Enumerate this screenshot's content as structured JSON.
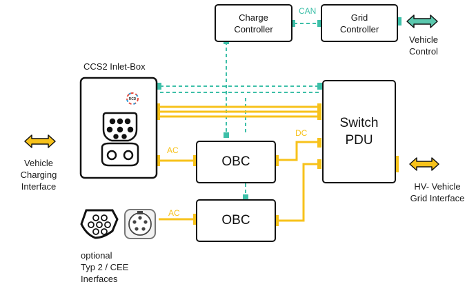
{
  "colors": {
    "power": "#F7C21B",
    "signal": "#3DBFA8",
    "arrow_power": "#F7C21B",
    "arrow_signal": "#5BC8AE",
    "line": "#111111"
  },
  "boxes": {
    "charge_controller": "Charge\nController",
    "grid_controller": "Grid\nController",
    "switch_pdu": "Switch\nPDU",
    "obc_top": "OBC",
    "obc_bottom": "OBC"
  },
  "labels": {
    "inlet_box": "CCS2 Inlet-Box",
    "can": "CAN",
    "dc": "DC",
    "ac_top": "AC",
    "ac_bottom": "AC",
    "vehicle_control": "Vehicle\nControl",
    "vehicle_charging": "Vehicle\nCharging\nInterface",
    "hv_vehicle_grid": "HV- Vehicle\nGrid Interface",
    "optional": "optional\nTyp 2 / CEE\nInerfaces",
    "rcd_badge": "RCD"
  },
  "icons": {
    "vehicle_charging_arrow": "double-arrow-icon",
    "hv_grid_arrow": "double-arrow-icon",
    "vehicle_control_arrow": "double-arrow-icon",
    "ccs2_connector": "ccs2-connector-icon",
    "type2_connector": "type2-connector-icon",
    "cee_connector": "cee-connector-icon"
  }
}
